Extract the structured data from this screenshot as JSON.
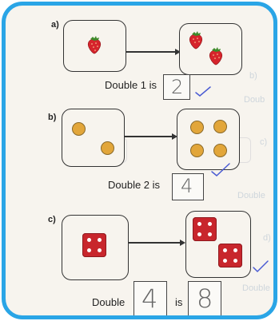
{
  "sections": [
    {
      "label": "a)",
      "text": "Double 1 is",
      "answer": "2"
    },
    {
      "label": "b)",
      "text": "Double 2 is",
      "answer": "4"
    },
    {
      "label": "c)",
      "text_before": "Double",
      "handwritten_number": "4",
      "text_middle": "is",
      "answer": "8"
    }
  ],
  "background_text": {
    "item_a": "Doub",
    "item_b": "c)",
    "item_c": "Double",
    "item_d": "d)",
    "item_e": "Double",
    "item_f": "b)"
  },
  "colors": {
    "frame": "#2aa5e6",
    "tick": "#4a5bd3",
    "die": "#c8262c",
    "dot": "#e2a63a"
  }
}
